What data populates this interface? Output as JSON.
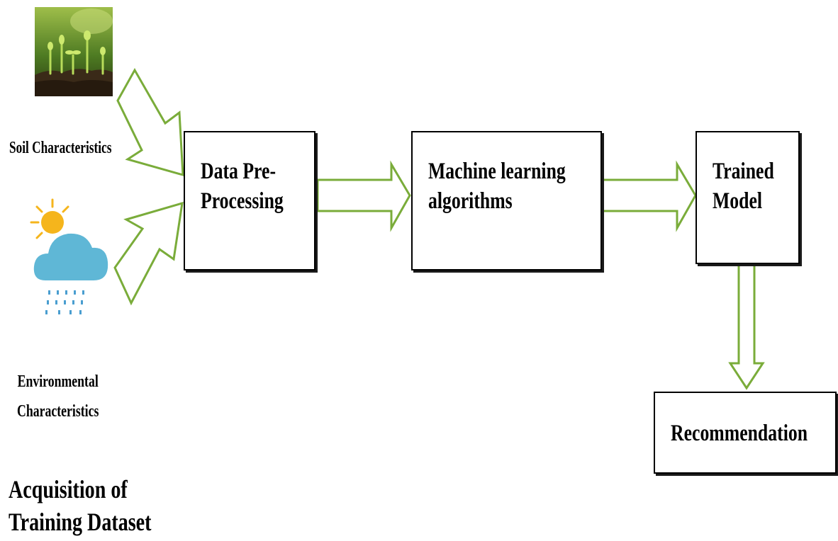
{
  "inputs": {
    "soil_label": "Soil Characteristics",
    "environmental_label_line1": "Environmental",
    "environmental_label_line2": "Characteristics",
    "stage_title_line1": "Acquisition of",
    "stage_title_line2": "Training Dataset"
  },
  "boxes": {
    "preprocessing": {
      "line1": "Data Pre-",
      "line2": "Processing"
    },
    "ml_algorithms": {
      "line1": "Machine learning",
      "line2": "algorithms"
    },
    "trained_model": {
      "line1": "Trained",
      "line2": "Model"
    },
    "recommendation": {
      "line1": "Recommendation"
    }
  },
  "icons": {
    "soil": "seedling-soil-photo",
    "environment": "sun-cloud-rain-icon"
  },
  "colors": {
    "arrow_outline": "#7aac3a",
    "box_border": "#000000",
    "text": "#000000",
    "cloud": "#5fb7d6",
    "sun": "#f5b51c",
    "rain": "#4a9ed0"
  }
}
